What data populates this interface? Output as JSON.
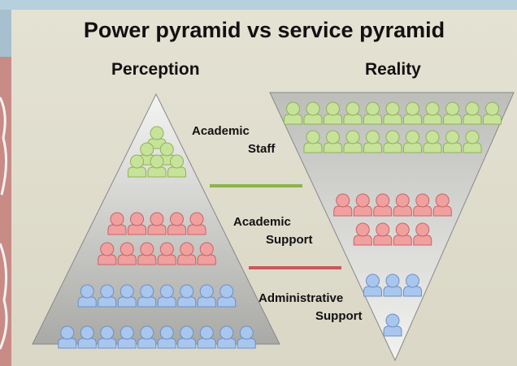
{
  "title": "Power pyramid vs service pyramid",
  "perception_heading": "Perception",
  "reality_heading": "Reality",
  "layers": [
    {
      "line1": "Academic",
      "line2": "Staff",
      "color": "#c7e39a",
      "stroke": "#8fb35a",
      "separator": "#8bb34d"
    },
    {
      "line1": "Academic",
      "line2": "Support",
      "color": "#f1a0a0",
      "stroke": "#c86464",
      "separator": "#c85a5a"
    },
    {
      "line1": "Administrative",
      "line2": "Support",
      "color": "#a9c6ee",
      "stroke": "#6d91c4"
    }
  ],
  "perception_rows": [
    {
      "layer": 0,
      "count": 1
    },
    {
      "layer": 0,
      "count": 2
    },
    {
      "layer": 0,
      "count": 3
    },
    {
      "layer": 1,
      "count": 5
    },
    {
      "layer": 1,
      "count": 6
    },
    {
      "layer": 2,
      "count": 8
    },
    {
      "layer": 2,
      "count": 10
    }
  ],
  "reality_rows": [
    {
      "layer": 0,
      "count": 11
    },
    {
      "layer": 0,
      "count": 9
    },
    {
      "layer": 1,
      "count": 6
    },
    {
      "layer": 1,
      "count": 4
    },
    {
      "layer": 2,
      "count": 3
    },
    {
      "layer": 2,
      "count": 1
    }
  ]
}
